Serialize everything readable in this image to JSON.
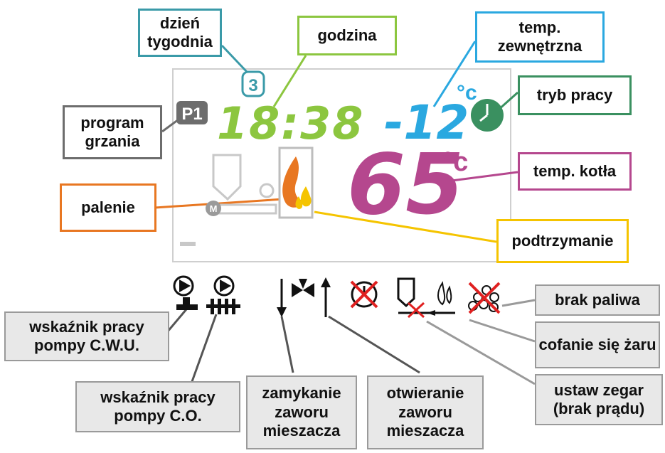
{
  "display": {
    "day_number": "3",
    "time": "18:38",
    "outside_temp": "-12",
    "outside_unit": "°c",
    "boiler_temp": "65",
    "boiler_unit": "°c",
    "program": "P1",
    "motor_letter": "M"
  },
  "labels": {
    "day_of_week": "dzień tygodnia",
    "hour": "godzina",
    "outside_temp": "temp. zewnętrzna",
    "mode": "tryb pracy",
    "heating_program": "program grzania",
    "boiler_temp": "temp. kotła",
    "burning": "palenie",
    "sustain": "podtrzymanie",
    "no_fuel": "brak paliwa",
    "flame_back": "cofanie się żaru",
    "set_clock": "ustaw zegar (brak prądu)",
    "dhw_pump": "wskaźnik pracy pompy C.W.U.",
    "ch_pump": "wskaźnik pracy pompy C.O.",
    "closing_valve": "zamykanie zaworu mieszacza",
    "opening_valve": "otwieranie zaworu mieszacza"
  },
  "colors": {
    "day": "#3a9aa8",
    "time": "#8cc63f",
    "outside_temp": "#2aa8e0",
    "mode": "#3a9060",
    "program": "#6d6d6d",
    "boiler_temp": "#b5478e",
    "burning": "#e87722",
    "sustain": "#f5c400",
    "icons_gray": "#888888",
    "red_cross": "#e02020"
  }
}
